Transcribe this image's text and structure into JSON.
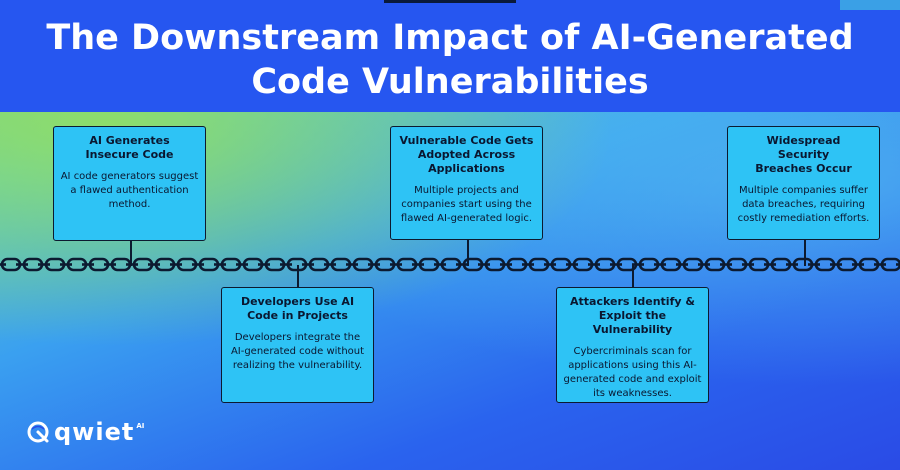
{
  "title": "The Downstream Impact of AI-Generated Code Vulnerabilities",
  "stages": [
    {
      "title": "AI Generates Insecure Code",
      "body": "AI code generators suggest a flawed authentication method."
    },
    {
      "title": "Developers Use AI Code in Projects",
      "body": "Developers integrate the AI-generated code without realizing the vulnerability."
    },
    {
      "title": "Vulnerable Code Gets Adopted Across Applications",
      "body": "Multiple projects and companies start using the flawed AI-generated logic."
    },
    {
      "title": "Attackers Identify & Exploit the Vulnerability",
      "body": "Cybercriminals scan for applications using this AI-generated code and exploit its weaknesses."
    },
    {
      "title": "Widespread Security Breaches Occur",
      "body": "Multiple companies suffer data breaches, requiring costly remediation efforts."
    }
  ],
  "logo": {
    "word": "qwiet",
    "sup": "AI"
  },
  "colors": {
    "card": "#2ec3f5",
    "outline": "#0c1a30",
    "title_bar": "#2656f0"
  },
  "icons": {
    "chain": "chain-link-icon",
    "logo": "qwiet-swirl-icon"
  }
}
